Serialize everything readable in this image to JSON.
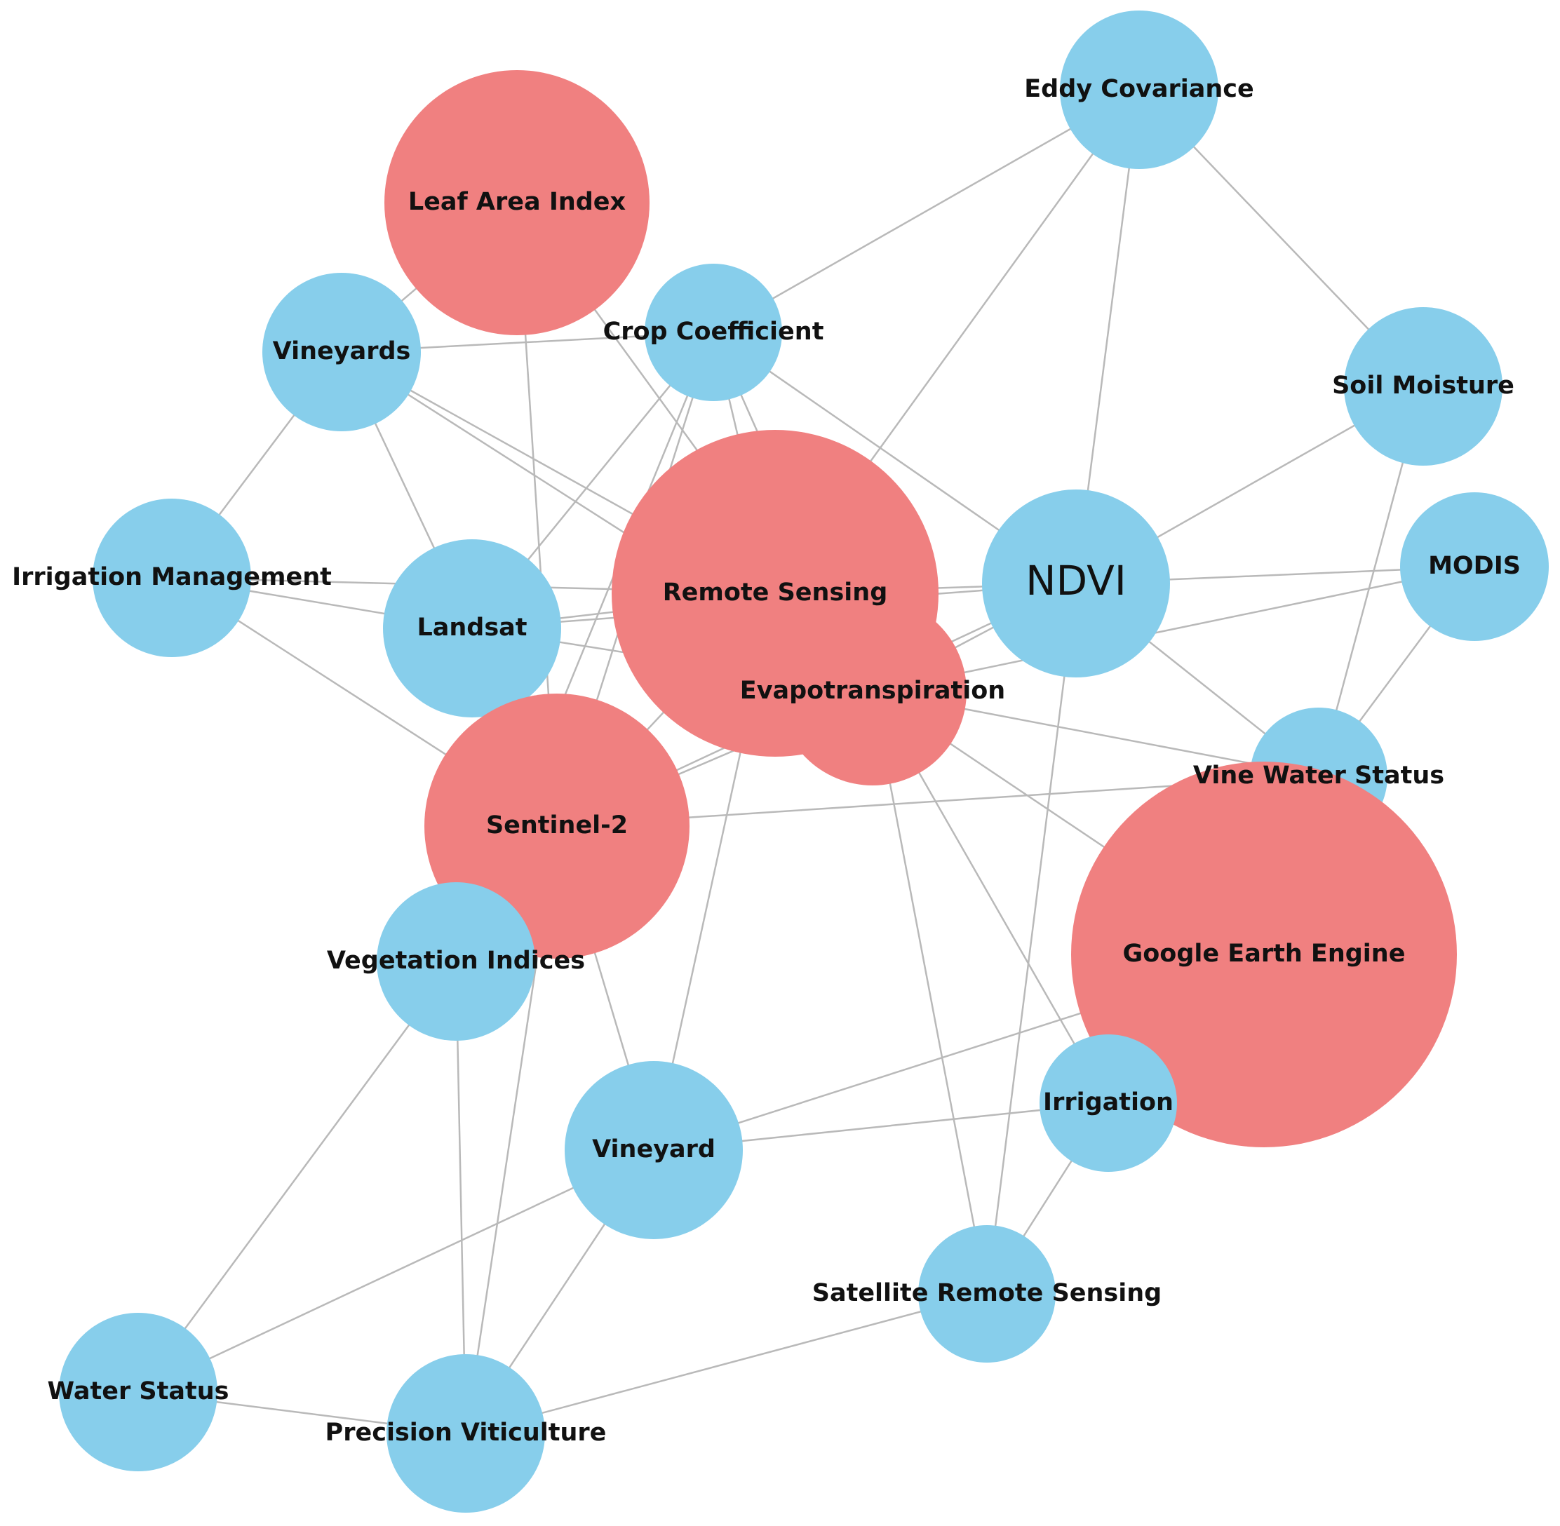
{
  "colors": {
    "red_node": "#f08080",
    "blue_node": "#87ceeb",
    "edge": "#b9b9b9",
    "label": "#111111"
  },
  "nodes": [
    {
      "id": "eddy",
      "label": "Eddy Covariance",
      "color": "blue"
    },
    {
      "id": "lai",
      "label": "Leaf Area Index",
      "color": "red"
    },
    {
      "id": "vineyards",
      "label": "Vineyards",
      "color": "blue"
    },
    {
      "id": "cropcoef",
      "label": "Crop Coefficient",
      "color": "blue"
    },
    {
      "id": "soil",
      "label": "Soil Moisture",
      "color": "blue"
    },
    {
      "id": "irrmgmt",
      "label": "Irrigation Management",
      "color": "blue"
    },
    {
      "id": "landsat",
      "label": "Landsat",
      "color": "blue"
    },
    {
      "id": "rs",
      "label": "Remote Sensing",
      "color": "red"
    },
    {
      "id": "et",
      "label": "Evapotranspiration",
      "color": "red"
    },
    {
      "id": "ndvi",
      "label": "NDVI",
      "color": "blue"
    },
    {
      "id": "modis",
      "label": "MODIS",
      "color": "blue"
    },
    {
      "id": "sentinel",
      "label": "Sentinel-2",
      "color": "red"
    },
    {
      "id": "vws",
      "label": "Vine Water Status",
      "color": "blue"
    },
    {
      "id": "gee",
      "label": "Google Earth Engine",
      "color": "red"
    },
    {
      "id": "vegind",
      "label": "Vegetation Indices",
      "color": "blue"
    },
    {
      "id": "vineyard",
      "label": "Vineyard",
      "color": "blue"
    },
    {
      "id": "irrigation",
      "label": "Irrigation",
      "color": "blue"
    },
    {
      "id": "srs",
      "label": "Satellite Remote Sensing",
      "color": "blue"
    },
    {
      "id": "waterstatus",
      "label": "Water Status",
      "color": "blue"
    },
    {
      "id": "pv",
      "label": "Precision Viticulture",
      "color": "blue"
    }
  ],
  "edges": [
    [
      "eddy",
      "cropcoef"
    ],
    [
      "eddy",
      "rs"
    ],
    [
      "eddy",
      "ndvi"
    ],
    [
      "eddy",
      "soil"
    ],
    [
      "lai",
      "vineyards"
    ],
    [
      "lai",
      "sentinel"
    ],
    [
      "lai",
      "et"
    ],
    [
      "vineyards",
      "cropcoef"
    ],
    [
      "vineyards",
      "irrmgmt"
    ],
    [
      "vineyards",
      "landsat"
    ],
    [
      "vineyards",
      "rs"
    ],
    [
      "vineyards",
      "et"
    ],
    [
      "cropcoef",
      "rs"
    ],
    [
      "cropcoef",
      "et"
    ],
    [
      "cropcoef",
      "ndvi"
    ],
    [
      "cropcoef",
      "landsat"
    ],
    [
      "cropcoef",
      "sentinel"
    ],
    [
      "cropcoef",
      "vegind"
    ],
    [
      "soil",
      "ndvi"
    ],
    [
      "soil",
      "vws"
    ],
    [
      "irrmgmt",
      "landsat"
    ],
    [
      "irrmgmt",
      "rs"
    ],
    [
      "irrmgmt",
      "sentinel"
    ],
    [
      "landsat",
      "rs"
    ],
    [
      "landsat",
      "ndvi"
    ],
    [
      "landsat",
      "et"
    ],
    [
      "rs",
      "ndvi"
    ],
    [
      "rs",
      "sentinel"
    ],
    [
      "rs",
      "vineyard"
    ],
    [
      "et",
      "ndvi"
    ],
    [
      "et",
      "sentinel"
    ],
    [
      "et",
      "vws"
    ],
    [
      "et",
      "gee"
    ],
    [
      "et",
      "irrigation"
    ],
    [
      "et",
      "srs"
    ],
    [
      "ndvi",
      "modis"
    ],
    [
      "ndvi",
      "vws"
    ],
    [
      "ndvi",
      "srs"
    ],
    [
      "ndvi",
      "sentinel"
    ],
    [
      "modis",
      "et"
    ],
    [
      "modis",
      "vws"
    ],
    [
      "sentinel",
      "vws"
    ],
    [
      "sentinel",
      "vineyard"
    ],
    [
      "sentinel",
      "pv"
    ],
    [
      "vegind",
      "pv"
    ],
    [
      "vegind",
      "waterstatus"
    ],
    [
      "vineyard",
      "irrigation"
    ],
    [
      "vineyard",
      "gee"
    ],
    [
      "vineyard",
      "waterstatus"
    ],
    [
      "vineyard",
      "pv"
    ],
    [
      "irrigation",
      "srs"
    ],
    [
      "srs",
      "pv"
    ],
    [
      "waterstatus",
      "pv"
    ]
  ]
}
